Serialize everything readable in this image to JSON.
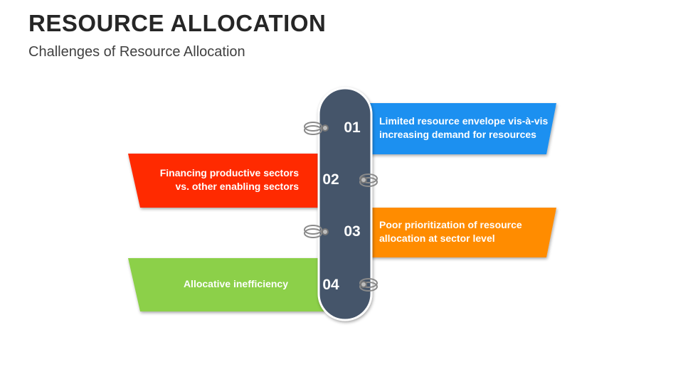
{
  "header": {
    "title": "RESOURCE ALLOCATION",
    "subtitle": "Challenges of Resource Allocation"
  },
  "colors": {
    "spine": "#44546a",
    "item1": "#1e90f0",
    "item2": "#ff2a00",
    "item3": "#ff8c00",
    "item4": "#8cd04a"
  },
  "items": [
    {
      "number": "01",
      "text_line1": "Limited resource envelope vis-à-vis",
      "text_line2": "increasing demand for resources",
      "side": "right"
    },
    {
      "number": "02",
      "text_line1": "Financing productive sectors",
      "text_line2": "vs. other enabling sectors",
      "side": "left"
    },
    {
      "number": "03",
      "text_line1": "Poor prioritization of resource",
      "text_line2": "allocation at sector level",
      "side": "right"
    },
    {
      "number": "04",
      "text_line1": "Allocative inefficiency",
      "text_line2": "",
      "side": "left"
    }
  ]
}
